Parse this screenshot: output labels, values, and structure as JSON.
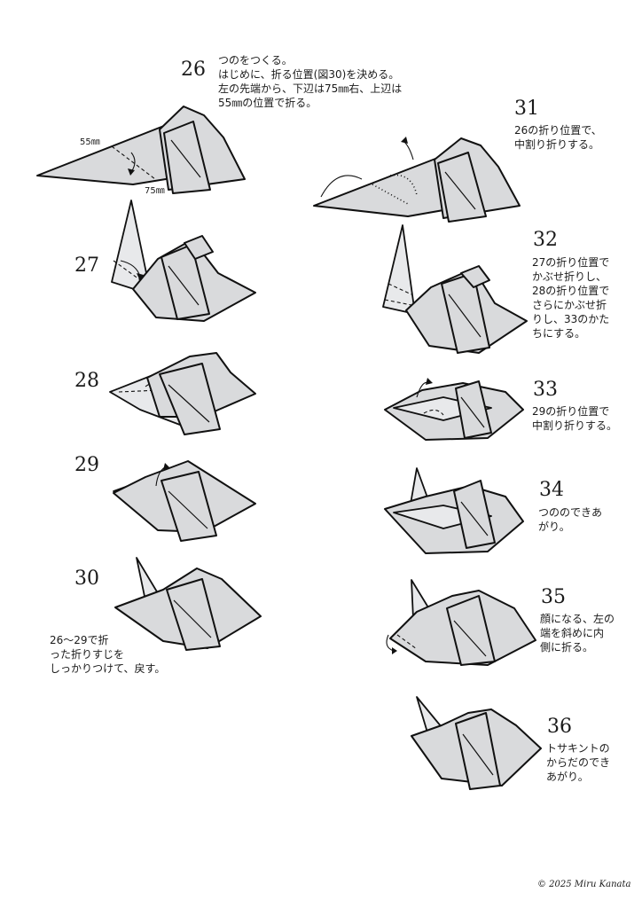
{
  "steps": [
    {
      "num": "26",
      "lines": [
        "つのをつくる。",
        "はじめに、折る位置(図30)を決める。",
        "左の先端から、下辺は75㎜右、上辺は",
        "55㎜の位置で折る。"
      ]
    },
    {
      "num": "27",
      "lines": []
    },
    {
      "num": "28",
      "lines": []
    },
    {
      "num": "29",
      "lines": []
    },
    {
      "num": "30",
      "lines": [
        "26～29で折",
        "った折りすじを",
        "しっかりつけて、戻す。"
      ]
    },
    {
      "num": "31",
      "lines": [
        "26の折り位置で、",
        "中割り折りする。"
      ]
    },
    {
      "num": "32",
      "lines": [
        "27の折り位置で",
        "かぶせ折りし、",
        "28の折り位置で",
        "さらにかぶせ折",
        "りし、33のかた",
        "ちにする。"
      ]
    },
    {
      "num": "33",
      "lines": [
        "29の折り位置で",
        "中割り折りする。"
      ]
    },
    {
      "num": "34",
      "lines": [
        "つののできあ",
        "がり。"
      ]
    },
    {
      "num": "35",
      "lines": [
        "顔になる、左の",
        "端を斜めに内",
        "側に折る。"
      ]
    },
    {
      "num": "36",
      "lines": [
        "トサキントの",
        "からだのでき",
        "あがり。"
      ]
    }
  ],
  "dimensions": {
    "upper": "55㎜",
    "lower": "75㎜"
  },
  "copyright": "© 2025 Miru Kanata",
  "colors": {
    "paper_fill": "#d9dadc",
    "outline": "#111111",
    "text": "#1a1a1a"
  }
}
